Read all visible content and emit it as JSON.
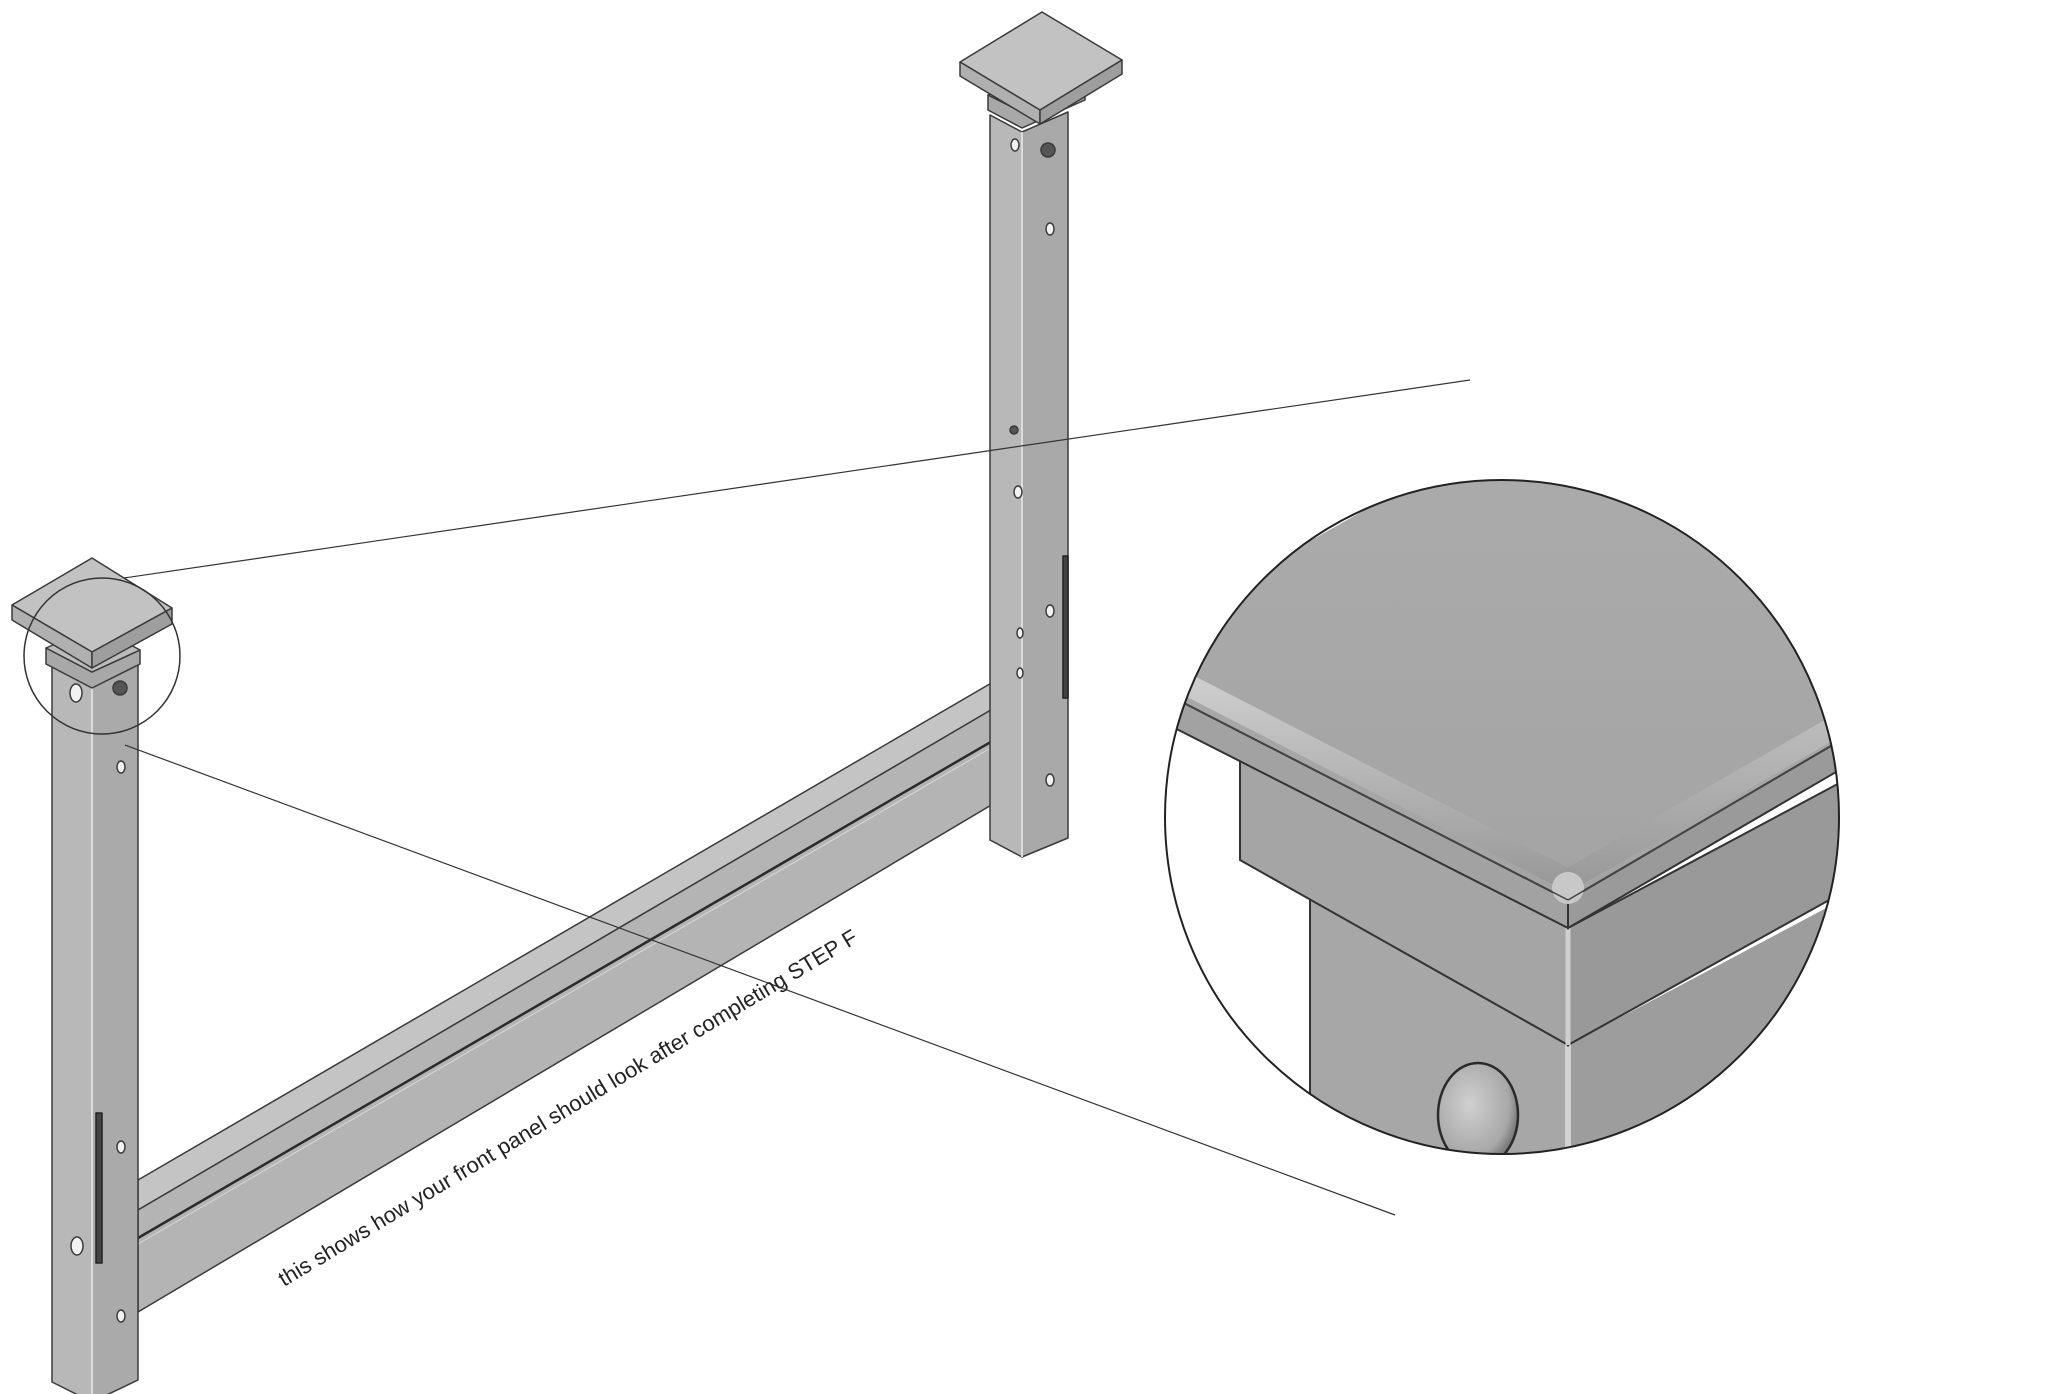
{
  "diagram": {
    "caption": "this shows how your front panel should look after completing STEP F",
    "parts": [
      "post-cap",
      "post",
      "rail",
      "bolt",
      "screw"
    ],
    "colors": {
      "metal_face": "#b3b3b3",
      "metal_light": "#c6c6c6",
      "metal_dark": "#999999",
      "outline": "#3a3a3a",
      "hole": "#f2f2f2"
    }
  }
}
